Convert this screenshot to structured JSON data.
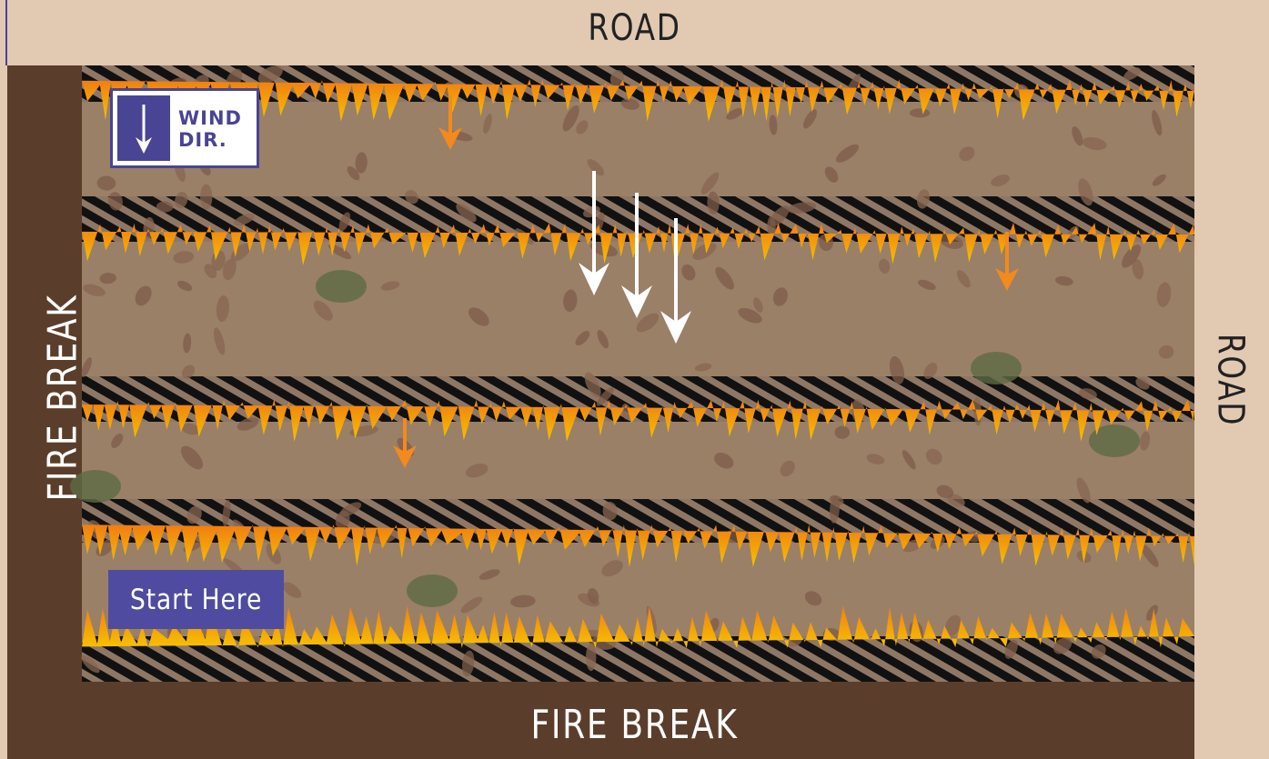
{
  "labels": {
    "road_top": "ROAD",
    "road_right": "ROAD",
    "fire_break_left": "FIRE BREAK",
    "fire_break_bottom": "FIRE BREAK"
  },
  "wind_indicator": {
    "text_line1": "WIND",
    "text_line2": "DIR.",
    "icon": "arrow-down-icon"
  },
  "start_button": {
    "label": "Start Here"
  },
  "colors": {
    "road": "#e2c9b2",
    "fire_break": "#5a3e2b",
    "ground": "#9a8067",
    "burned_stripe": "#111111",
    "flame_top": "#f07d12",
    "flame_bottom": "#f7c200",
    "label_accent": "#4a4494"
  }
}
